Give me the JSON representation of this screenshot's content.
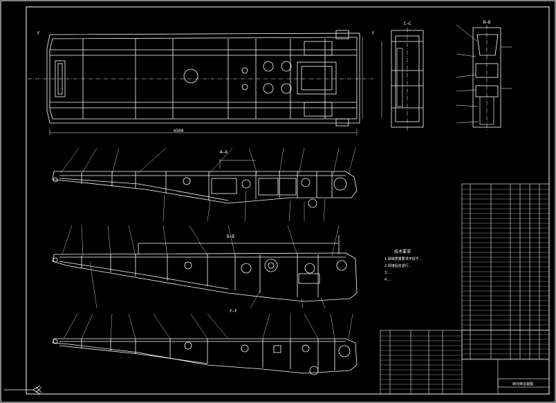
{
  "views": {
    "top_view": {
      "dimension": "4500"
    },
    "section_cc": {
      "title": "C—C"
    },
    "section_bb": {
      "title": "B—B"
    },
    "side_view_1": {
      "section_mark": "A—A"
    },
    "side_view_2": {
      "section_mark": "B—B"
    },
    "side_view_3": {
      "section_mark": "F—F"
    }
  },
  "tech_notes": {
    "title": "技术要求",
    "lines": [
      "1.焊缝质量要求不低于…",
      "2.焊接后应进行…",
      "3.…",
      "4.…"
    ]
  },
  "title_block": {
    "drawing_name": "转向架总装图"
  },
  "colors": {
    "background": "#000000",
    "geometry": "#ffffff",
    "hatch": "#cccccc",
    "centerline": "#ffffff"
  }
}
